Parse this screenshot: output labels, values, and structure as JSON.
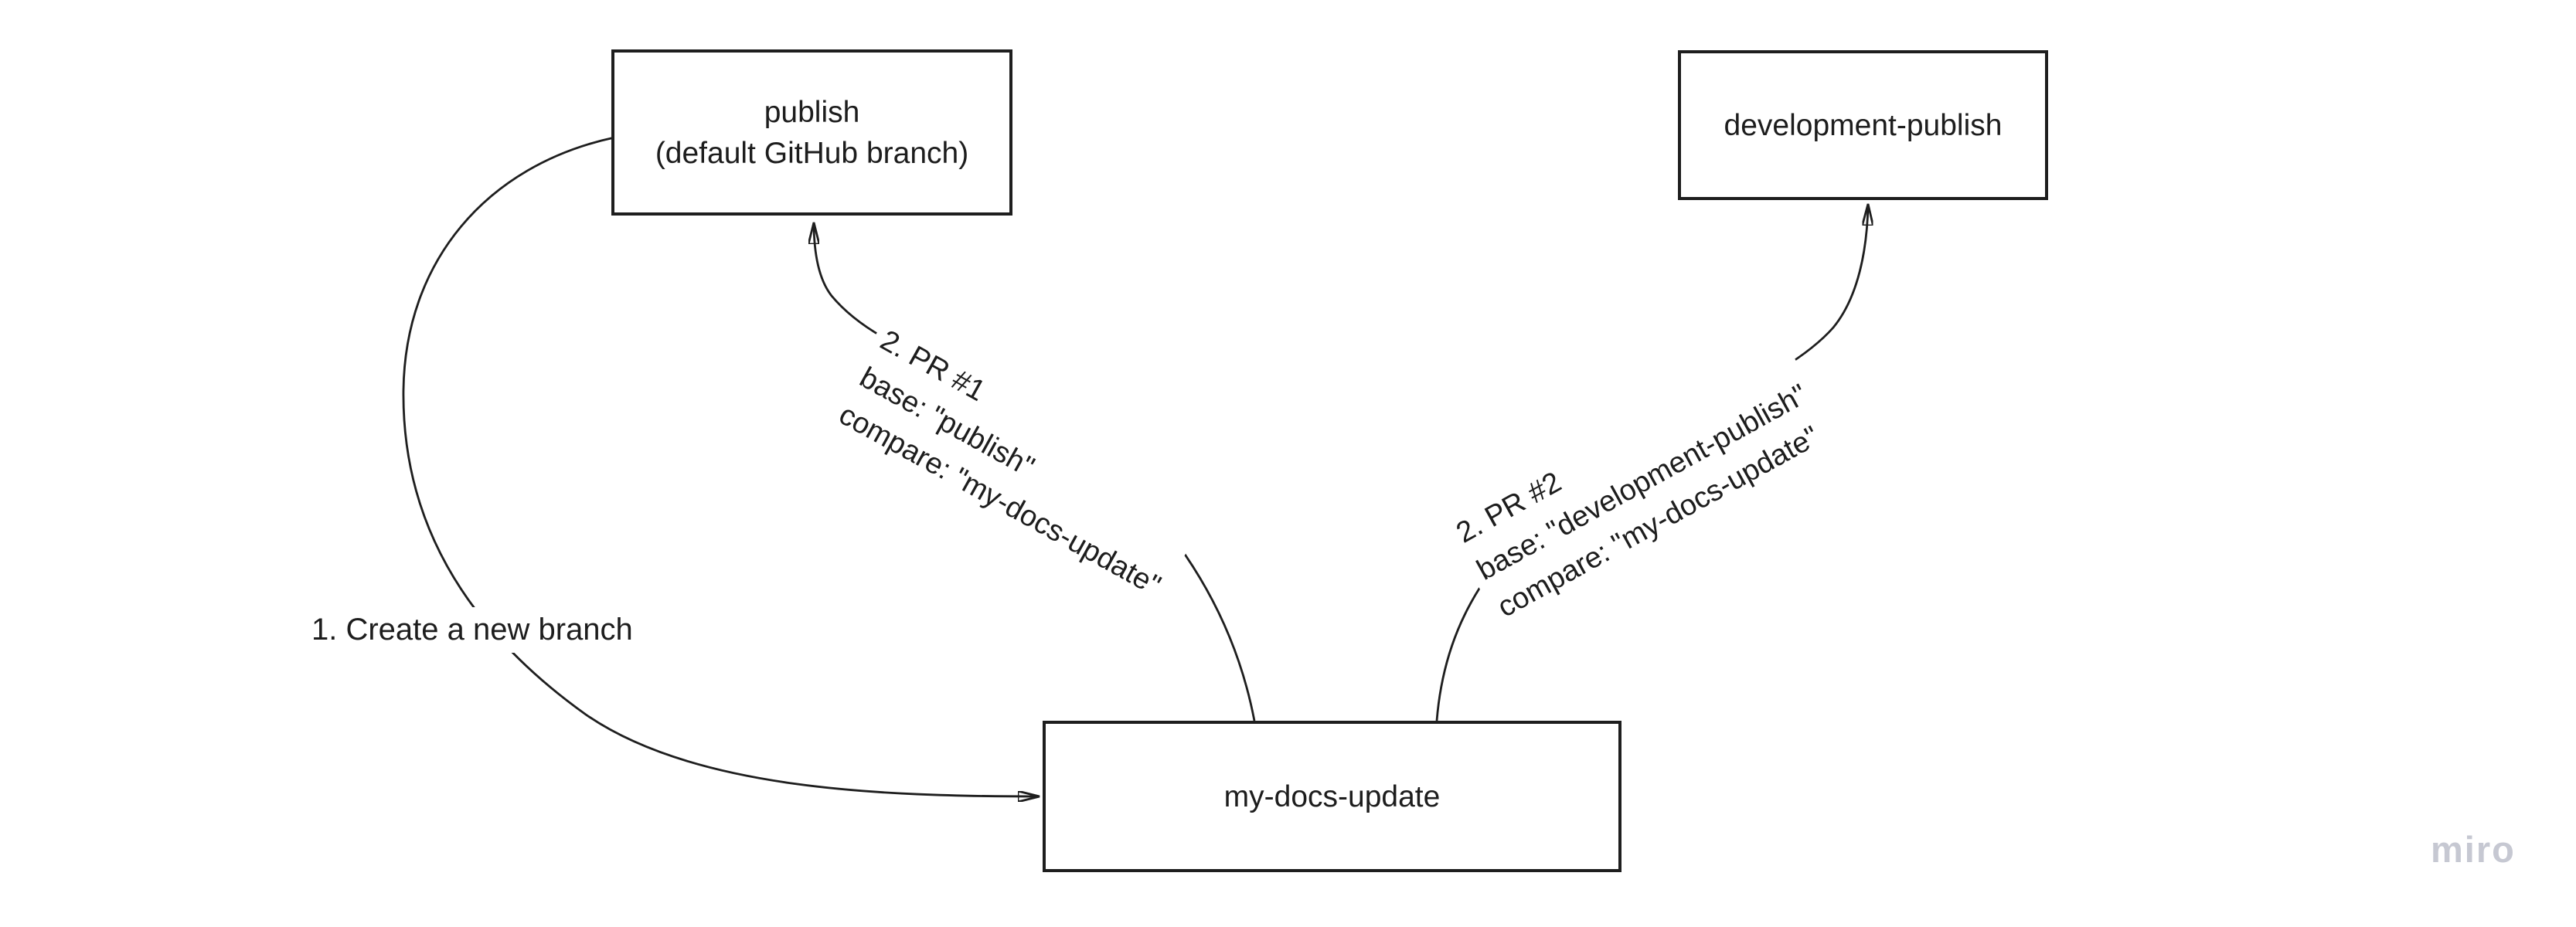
{
  "diagram": {
    "nodes": {
      "publish": {
        "line1": "publish",
        "line2": "(default GitHub branch)"
      },
      "development_publish": {
        "label": "development-publish"
      },
      "my_docs_update": {
        "label": "my-docs-update"
      }
    },
    "edge_labels": {
      "step1": {
        "text": "1. Create a new branch"
      },
      "pr1": {
        "line1": "2. PR #1",
        "line2": "base: \"publish\"",
        "line3": "compare: \"my-docs-update\""
      },
      "pr2": {
        "line1": "2. PR #2",
        "line2": "base: \"development-publish\"",
        "line3": "compare: \"my-docs-update\""
      }
    }
  },
  "watermark": {
    "text": "miro"
  },
  "colors": {
    "ink": "#1e1e1e",
    "background": "#ffffff",
    "watermark": "#c6c8d2"
  }
}
